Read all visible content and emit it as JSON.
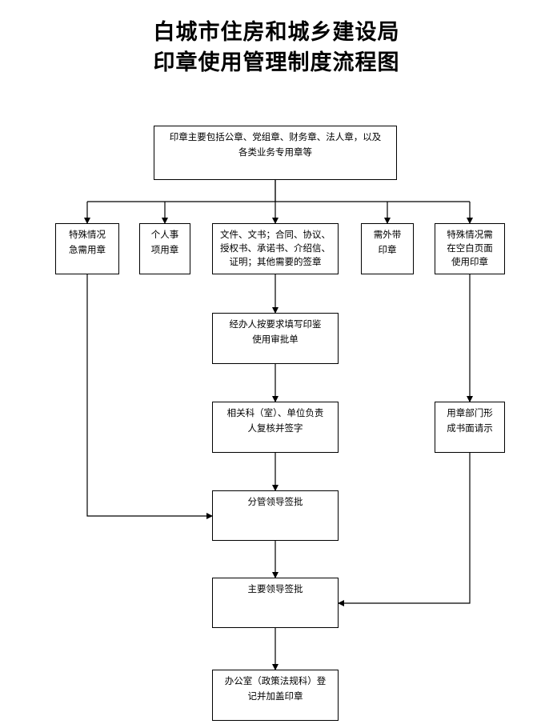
{
  "title": {
    "line1": "白城市住房和城乡建设局",
    "line2": "印章使用管理制度流程图"
  },
  "nodes": {
    "top": "印章主要包括公章、党组章、财务章、法人章，以及\n各类业务专用章等",
    "special_urgent": "特殊情况\n急需用章",
    "personal": "个人事\n项用章",
    "documents": "文件、文书；合同、协议、\n授权书、承诺书、介绍信、\n证明；其他需要的签章",
    "take_out": "需外带\n印章",
    "blank_page": "特殊情况需\n在空白页面\n使用印章",
    "fill_form": "经办人按要求填写印鉴\n使用审批单",
    "review_sign": "相关科（室）、单位负责\n人复核并签字",
    "written_request": "用章部门形\n成书面请示",
    "deputy_approval": "分管领导签批",
    "chief_approval": "主要领导签批",
    "office_stamp": "办公室（政策法规科）登\n记并加盖印章"
  }
}
